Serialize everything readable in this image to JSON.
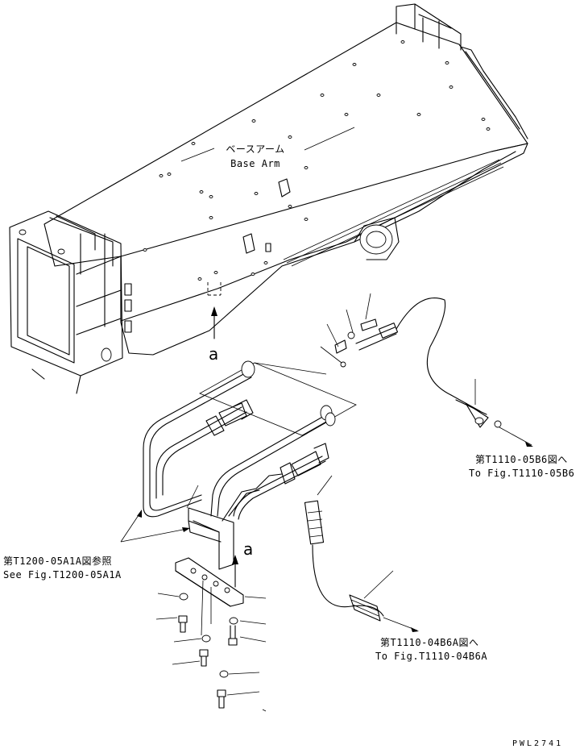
{
  "labels": {
    "base_arm_jp": "ベースアーム",
    "base_arm_en": "Base Arm",
    "view_a_upper": "a",
    "view_a_lower": "a",
    "ref_b6_jp": "第T1110-05B6図へ",
    "ref_b6_en": "To Fig.T1110-05B6",
    "ref_a1a_jp": "第T1200-05A1A図参照",
    "ref_a1a_en": "See Fig.T1200-05A1A",
    "ref_b6a_jp": "第T1110-04B6A図へ",
    "ref_b6a_en": "To Fig.T1110-04B6A",
    "drawing_code": "PWL2741"
  }
}
